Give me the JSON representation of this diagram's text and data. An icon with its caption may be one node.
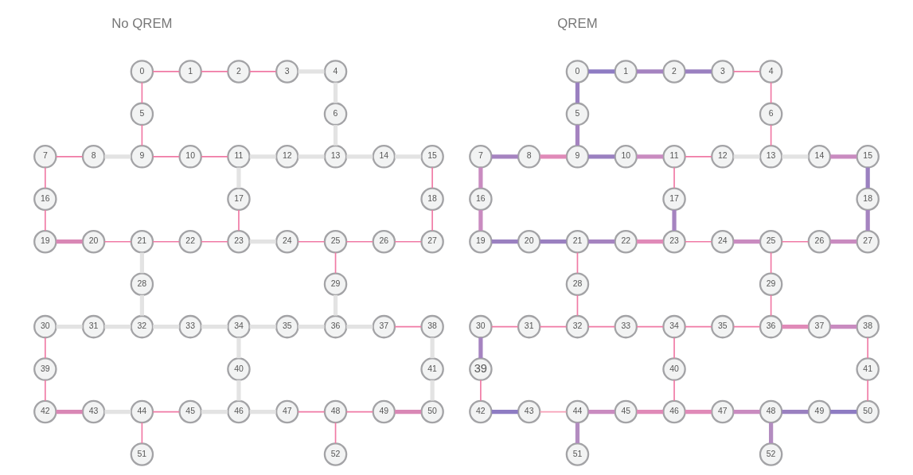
{
  "diagram": {
    "nodes": [
      {
        "text": [
          "0"
        ]
      },
      {
        "text": [
          "1"
        ]
      },
      {
        "text": [
          "2"
        ]
      },
      {
        "text": [
          "3"
        ]
      },
      {
        "text": [
          "4"
        ]
      },
      {
        "text": [
          "5"
        ]
      },
      {
        "text": [
          "6"
        ]
      },
      {
        "text": [
          "7"
        ]
      },
      {
        "text": [
          "8"
        ]
      },
      {
        "text": [
          "9"
        ]
      },
      {
        "text": [
          "10"
        ]
      },
      {
        "text": [
          "11"
        ]
      },
      {
        "text": [
          "12"
        ]
      },
      {
        "text": [
          "13"
        ]
      },
      {
        "text": [
          "14"
        ]
      },
      {
        "text": [
          "15"
        ]
      },
      {
        "text": [
          "16"
        ]
      },
      {
        "text": [
          "17"
        ]
      },
      {
        "text": [
          "18"
        ]
      },
      {
        "text": [
          "19"
        ]
      },
      {
        "text": [
          "20"
        ]
      },
      {
        "text": [
          "21"
        ]
      },
      {
        "text": [
          "22"
        ]
      },
      {
        "text": [
          "23"
        ]
      },
      {
        "text": [
          "24"
        ]
      },
      {
        "text": [
          "25"
        ]
      },
      {
        "text": [
          "26"
        ]
      },
      {
        "text": [
          "27"
        ]
      },
      {
        "text": [
          "28"
        ]
      },
      {
        "text": [
          "29"
        ]
      },
      {
        "text": [
          "30"
        ]
      },
      {
        "text": [
          "31"
        ]
      },
      {
        "text": [
          "32"
        ]
      },
      {
        "text": [
          "33"
        ]
      },
      {
        "text": [
          "34"
        ]
      },
      {
        "text": [
          "35"
        ]
      },
      {
        "text": [
          "36"
        ]
      },
      {
        "text": [
          "37"
        ]
      },
      {
        "text": [
          "38"
        ]
      },
      {
        "text": [
          "39"
        ]
      },
      {
        "text": [
          "40"
        ]
      },
      {
        "text": [
          "41"
        ]
      },
      {
        "text": [
          "42"
        ]
      },
      {
        "text": [
          "43"
        ]
      },
      {
        "text": [
          "44"
        ]
      },
      {
        "text": [
          "45"
        ]
      },
      {
        "text": [
          "46"
        ]
      },
      {
        "text": [
          "47"
        ]
      },
      {
        "text": [
          "48"
        ]
      },
      {
        "text": [
          "49"
        ]
      },
      {
        "text": [
          "50"
        ]
      },
      {
        "text": [
          "51"
        ]
      },
      {
        "text": [
          "52"
        ]
      },
      {
        "text": [
          "0"
        ]
      },
      {
        "text": [
          "1"
        ]
      },
      {
        "text": [
          "2"
        ]
      },
      {
        "text": [
          "3"
        ]
      },
      {
        "text": [
          "4"
        ]
      },
      {
        "text": [
          "5"
        ]
      },
      {
        "text": [
          "6"
        ]
      },
      {
        "text": [
          "7"
        ]
      },
      {
        "text": [
          "8"
        ]
      },
      {
        "text": [
          "9"
        ]
      },
      {
        "text": [
          "10"
        ]
      },
      {
        "text": [
          "11"
        ]
      },
      {
        "text": [
          "12"
        ]
      },
      {
        "text": [
          "13"
        ]
      },
      {
        "text": [
          "14"
        ]
      },
      {
        "text": [
          "15"
        ]
      },
      {
        "text": [
          "16"
        ]
      },
      {
        "text": [
          "17"
        ]
      },
      {
        "text": [
          "18"
        ]
      },
      {
        "text": [
          "19"
        ]
      },
      {
        "text": [
          "20"
        ]
      },
      {
        "text": [
          "21"
        ]
      },
      {
        "text": [
          "22"
        ]
      },
      {
        "text": [
          "23"
        ]
      },
      {
        "text": [
          "24"
        ]
      },
      {
        "text": [
          "25"
        ]
      },
      {
        "text": [
          "26"
        ]
      },
      {
        "text": [
          "27"
        ]
      },
      {
        "text": [
          "28"
        ]
      },
      {
        "text": [
          "29"
        ]
      },
      {
        "text": [
          "30"
        ]
      },
      {
        "text": [
          "31"
        ]
      },
      {
        "text": [
          "32"
        ]
      },
      {
        "text": [
          "33"
        ]
      },
      {
        "text": [
          "34"
        ]
      },
      {
        "text": [
          "35"
        ]
      },
      {
        "text": [
          "36"
        ]
      },
      {
        "text": [
          "37"
        ]
      },
      {
        "text": [
          "38"
        ]
      },
      {
        "text": [
          "39"
        ]
      },
      {
        "text": [
          "40"
        ]
      },
      {
        "text": [
          "41"
        ]
      },
      {
        "text": [
          "42"
        ]
      },
      {
        "text": [
          "43"
        ]
      },
      {
        "text": [
          "44"
        ]
      },
      {
        "text": [
          "45"
        ]
      },
      {
        "text": [
          "46"
        ]
      },
      {
        "text": [
          "47"
        ]
      },
      {
        "text": [
          "48"
        ]
      },
      {
        "text": [
          "49"
        ]
      },
      {
        "text": [
          "50"
        ]
      },
      {
        "text": [
          "51"
        ]
      },
      {
        "text": [
          "52"
        ]
      }
    ],
    "edges": [
      {
        "from": 0,
        "to": 1,
        "arrow": "none"
      },
      {
        "from": 1,
        "to": 2,
        "arrow": "none"
      },
      {
        "from": 2,
        "to": 3,
        "arrow": "none"
      },
      {
        "from": 3,
        "to": 4,
        "arrow": "none",
        "color": "#e3e3e3"
      },
      {
        "from": 0,
        "to": 5,
        "arrow": "none"
      },
      {
        "from": 5,
        "to": 9,
        "arrow": "none"
      },
      {
        "from": 4,
        "to": 6,
        "arrow": "none",
        "color": "#e3e3e3"
      },
      {
        "from": 6,
        "to": 13,
        "arrow": "none",
        "color": "#e3e3e3"
      },
      {
        "from": 7,
        "to": 8,
        "arrow": "none"
      },
      {
        "from": 8,
        "to": 9,
        "arrow": "none",
        "color": "#e3e3e3"
      },
      {
        "from": 9,
        "to": 10,
        "arrow": "none"
      },
      {
        "from": 10,
        "to": 11,
        "arrow": "none"
      },
      {
        "from": 11,
        "to": 12,
        "arrow": "none",
        "color": "#e3e3e3"
      },
      {
        "from": 12,
        "to": 13,
        "arrow": "none",
        "color": "#e3e3e3"
      },
      {
        "from": 13,
        "to": 14,
        "arrow": "none",
        "color": "#e3e3e3"
      },
      {
        "from": 14,
        "to": 15,
        "arrow": "none",
        "color": "#e3e3e3"
      },
      {
        "from": 7,
        "to": 16,
        "arrow": "none"
      },
      {
        "from": 16,
        "to": 19,
        "arrow": "none"
      },
      {
        "from": 11,
        "to": 17,
        "arrow": "none",
        "color": "#e3e3e3"
      },
      {
        "from": 17,
        "to": 23,
        "arrow": "none"
      },
      {
        "from": 15,
        "to": 18,
        "arrow": "none"
      },
      {
        "from": 18,
        "to": 27,
        "arrow": "none"
      },
      {
        "from": 19,
        "to": 20,
        "arrow": "none",
        "color": "#d987b5"
      },
      {
        "from": 20,
        "to": 21,
        "arrow": "none"
      },
      {
        "from": 21,
        "to": 22,
        "arrow": "none"
      },
      {
        "from": 22,
        "to": 23,
        "arrow": "none"
      },
      {
        "from": 23,
        "to": 24,
        "arrow": "none",
        "color": "#e3e3e3"
      },
      {
        "from": 24,
        "to": 25,
        "arrow": "none"
      },
      {
        "from": 25,
        "to": 26,
        "arrow": "none"
      },
      {
        "from": 26,
        "to": 27,
        "arrow": "none"
      },
      {
        "from": 21,
        "to": 28,
        "arrow": "none",
        "color": "#e3e3e3"
      },
      {
        "from": 28,
        "to": 32,
        "arrow": "none",
        "color": "#e3e3e3"
      },
      {
        "from": 25,
        "to": 29,
        "arrow": "none"
      },
      {
        "from": 29,
        "to": 36,
        "arrow": "none",
        "color": "#e3e3e3"
      },
      {
        "from": 30,
        "to": 31,
        "arrow": "none",
        "color": "#e3e3e3"
      },
      {
        "from": 31,
        "to": 32,
        "arrow": "none",
        "color": "#e3e3e3"
      },
      {
        "from": 32,
        "to": 33,
        "arrow": "none",
        "color": "#e3e3e3"
      },
      {
        "from": 33,
        "to": 34,
        "arrow": "none",
        "color": "#e3e3e3"
      },
      {
        "from": 34,
        "to": 35,
        "arrow": "none",
        "color": "#e3e3e3"
      },
      {
        "from": 35,
        "to": 36,
        "arrow": "none",
        "color": "#e3e3e3"
      },
      {
        "from": 36,
        "to": 37,
        "arrow": "none",
        "color": "#e3e3e3"
      },
      {
        "from": 37,
        "to": 38,
        "arrow": "none"
      },
      {
        "from": 30,
        "to": 39,
        "arrow": "none"
      },
      {
        "from": 39,
        "to": 42,
        "arrow": "none"
      },
      {
        "from": 34,
        "to": 40,
        "arrow": "none",
        "color": "#e3e3e3"
      },
      {
        "from": 40,
        "to": 46,
        "arrow": "none",
        "color": "#e3e3e3"
      },
      {
        "from": 38,
        "to": 41,
        "arrow": "none",
        "color": "#e3e3e3"
      },
      {
        "from": 41,
        "to": 50,
        "arrow": "none",
        "color": "#e3e3e3"
      },
      {
        "from": 42,
        "to": 43,
        "arrow": "none",
        "color": "#d987b5"
      },
      {
        "from": 43,
        "to": 44,
        "arrow": "none",
        "color": "#e3e3e3"
      },
      {
        "from": 44,
        "to": 45,
        "arrow": "none"
      },
      {
        "from": 45,
        "to": 46,
        "arrow": "none",
        "color": "#e3e3e3"
      },
      {
        "from": 46,
        "to": 47,
        "arrow": "none",
        "color": "#e3e3e3"
      },
      {
        "from": 47,
        "to": 48,
        "arrow": "none"
      },
      {
        "from": 48,
        "to": 49,
        "arrow": "none"
      },
      {
        "from": 49,
        "to": 50,
        "arrow": "none",
        "color": "#d987b5"
      },
      {
        "from": 44,
        "to": 51,
        "arrow": "none"
      },
      {
        "from": 48,
        "to": 52,
        "arrow": "none"
      },
      {
        "from": 53,
        "to": 54,
        "arrow": "none",
        "color": "#8e7cc3"
      },
      {
        "from": 54,
        "to": 55,
        "arrow": "none",
        "color": "#a583c0"
      },
      {
        "from": 55,
        "to": 56,
        "arrow": "none",
        "color": "#9a80c0"
      },
      {
        "from": 56,
        "to": 57,
        "arrow": "none"
      },
      {
        "from": 53,
        "to": 58,
        "arrow": "none",
        "color": "#9a80c0"
      },
      {
        "from": 58,
        "to": 62,
        "arrow": "none",
        "color": "#a583c0"
      },
      {
        "from": 57,
        "to": 59,
        "arrow": "none"
      },
      {
        "from": 59,
        "to": 66,
        "arrow": "none"
      },
      {
        "from": 60,
        "to": 61,
        "arrow": "none",
        "color": "#a583c0"
      },
      {
        "from": 61,
        "to": 62,
        "arrow": "none",
        "color": "#e08ab8"
      },
      {
        "from": 62,
        "to": 63,
        "arrow": "none",
        "color": "#9a80c0"
      },
      {
        "from": 63,
        "to": 64,
        "arrow": "none",
        "color": "#c98bc0"
      },
      {
        "from": 64,
        "to": 65,
        "arrow": "none"
      },
      {
        "from": 65,
        "to": 66,
        "arrow": "none",
        "color": "#e3e3e3"
      },
      {
        "from": 66,
        "to": 67,
        "arrow": "none",
        "color": "#e3e3e3"
      },
      {
        "from": 67,
        "to": 68,
        "arrow": "none",
        "color": "#c98bc0"
      },
      {
        "from": 60,
        "to": 69,
        "arrow": "none",
        "color": "#c98bc0"
      },
      {
        "from": 69,
        "to": 72,
        "arrow": "none",
        "color": "#c98bc0"
      },
      {
        "from": 64,
        "to": 70,
        "arrow": "none"
      },
      {
        "from": 70,
        "to": 76,
        "arrow": "none",
        "color": "#a583c0"
      },
      {
        "from": 68,
        "to": 71,
        "arrow": "none",
        "color": "#9a80c0"
      },
      {
        "from": 71,
        "to": 80,
        "arrow": "none",
        "color": "#a583c0"
      },
      {
        "from": 72,
        "to": 73,
        "arrow": "none",
        "color": "#9a80c0"
      },
      {
        "from": 73,
        "to": 74,
        "arrow": "none",
        "color": "#9a80c0"
      },
      {
        "from": 74,
        "to": 75,
        "arrow": "none",
        "color": "#a583c0"
      },
      {
        "from": 75,
        "to": 76,
        "arrow": "none",
        "color": "#e08ab8"
      },
      {
        "from": 76,
        "to": 77,
        "arrow": "none"
      },
      {
        "from": 77,
        "to": 78,
        "arrow": "none",
        "color": "#c98bc0"
      },
      {
        "from": 78,
        "to": 79,
        "arrow": "none"
      },
      {
        "from": 79,
        "to": 80,
        "arrow": "none",
        "color": "#c98bc0"
      },
      {
        "from": 74,
        "to": 81,
        "arrow": "none"
      },
      {
        "from": 81,
        "to": 85,
        "arrow": "none"
      },
      {
        "from": 78,
        "to": 82,
        "arrow": "none"
      },
      {
        "from": 82,
        "to": 89,
        "arrow": "none"
      },
      {
        "from": 83,
        "to": 84,
        "arrow": "none"
      },
      {
        "from": 84,
        "to": 85,
        "arrow": "none"
      },
      {
        "from": 85,
        "to": 86,
        "arrow": "none"
      },
      {
        "from": 86,
        "to": 87,
        "arrow": "none"
      },
      {
        "from": 87,
        "to": 88,
        "arrow": "none"
      },
      {
        "from": 88,
        "to": 89,
        "arrow": "none"
      },
      {
        "from": 89,
        "to": 90,
        "arrow": "none",
        "color": "#e08ab8"
      },
      {
        "from": 90,
        "to": 91,
        "arrow": "none",
        "color": "#c98bc0"
      },
      {
        "from": 83,
        "to": 92,
        "arrow": "none",
        "color": "#a583c0"
      },
      {
        "from": 92,
        "to": 95,
        "arrow": "none"
      },
      {
        "from": 87,
        "to": 93,
        "arrow": "none"
      },
      {
        "from": 93,
        "to": 99,
        "arrow": "none"
      },
      {
        "from": 91,
        "to": 94,
        "arrow": "none"
      },
      {
        "from": 94,
        "to": 103,
        "arrow": "none"
      },
      {
        "from": 95,
        "to": 96,
        "arrow": "none",
        "color": "#8e7cc3"
      },
      {
        "from": 96,
        "to": 97,
        "arrow": "none",
        "color": "#f7a0b8"
      },
      {
        "from": 97,
        "to": 98,
        "arrow": "none",
        "color": "#c98bc0"
      },
      {
        "from": 98,
        "to": 99,
        "arrow": "none",
        "color": "#e08ab8"
      },
      {
        "from": 99,
        "to": 100,
        "arrow": "none",
        "color": "#e08ab8"
      },
      {
        "from": 100,
        "to": 101,
        "arrow": "none",
        "color": "#c98bc0"
      },
      {
        "from": 101,
        "to": 102,
        "arrow": "none",
        "color": "#9a80c0"
      },
      {
        "from": 102,
        "to": 103,
        "arrow": "none",
        "color": "#8e7cc3"
      },
      {
        "from": 97,
        "to": 104,
        "arrow": "none",
        "color": "#b38cc0"
      },
      {
        "from": 101,
        "to": 105,
        "arrow": "none",
        "color": "#b38cc0"
      }
    ],
    "labels": [
      "No QREM",
      "QREM"
    ]
  }
}
